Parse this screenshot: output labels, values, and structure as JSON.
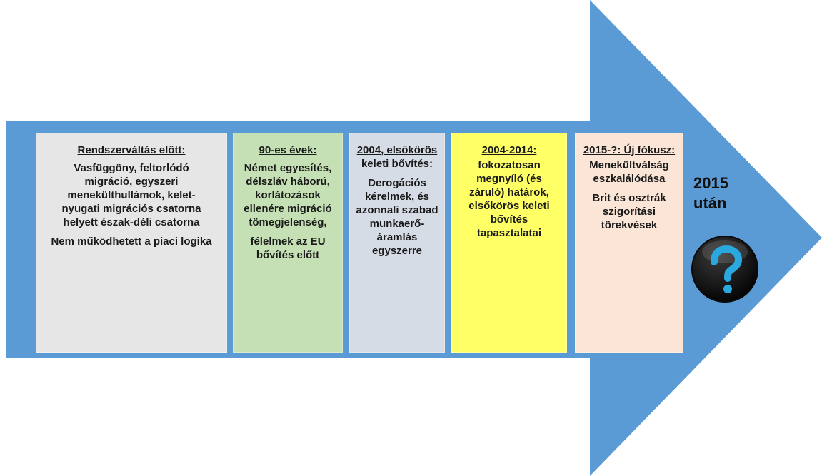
{
  "colors": {
    "arrow": "#5b9bd5",
    "box_1": "#e6e6e6",
    "box_2": "#c5e0b4",
    "box_3": "#d6dce5",
    "box_4": "#ffff66",
    "box_5": "#fbe5d6"
  },
  "stages": [
    {
      "title": "Rendszerváltás előtt:",
      "paragraphs": [
        "Vasfüggöny, feltorlódó migráció, egyszeri menekülthullámok, kelet-nyugati migrációs csatorna helyett észak-déli csatorna",
        "Nem működhetett a piaci logika"
      ]
    },
    {
      "title": "90-es évek:",
      "paragraphs": [
        "Német egyesítés, délszláv háború, korlátozások ellenére migráció tömegjelenség,",
        "félelmek az EU bővítés előtt"
      ]
    },
    {
      "title": "2004, elsőkörös keleti bővítés:",
      "paragraphs": [
        "Derogációs kérelmek, és azonnali szabad munkaerő-áramlás egyszerre"
      ]
    },
    {
      "title": "2004-2014:",
      "paragraphs": [
        "fokozatosan megnyíló (és záruló) határok, elsőkörös keleti bővítés tapasztalatai"
      ]
    },
    {
      "title": "2015-?: Új fókusz:",
      "paragraphs": [
        "Menekültválság eszkalálódása",
        "Brit és osztrák szigorítási törekvések"
      ]
    }
  ],
  "final": {
    "label": "2015 után",
    "icon": "question-mark-icon"
  }
}
